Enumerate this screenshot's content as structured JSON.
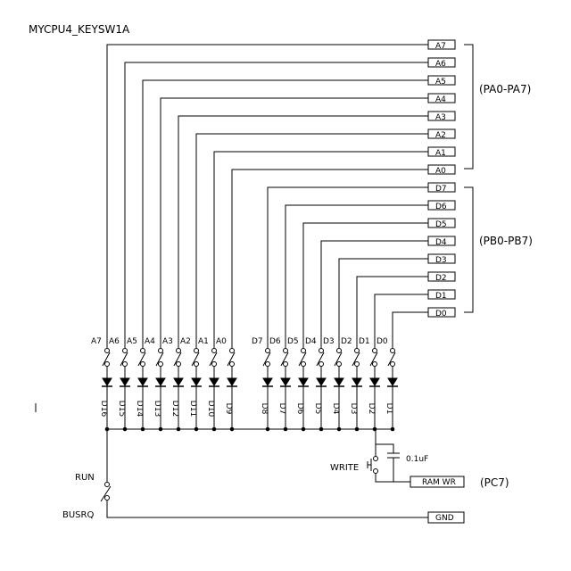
{
  "title": "MYCPU4_KEYSW1A",
  "address_ports": [
    "A7",
    "A6",
    "A5",
    "A4",
    "A3",
    "A2",
    "A1",
    "A0"
  ],
  "data_ports": [
    "D7",
    "D6",
    "D5",
    "D4",
    "D3",
    "D2",
    "D1",
    "D0"
  ],
  "group_labels": {
    "address": "(PA0-PA7)",
    "data": "(PB0-PB7)",
    "write": "(PC7)"
  },
  "switch_labels": [
    "A7",
    "A6",
    "A5",
    "A4",
    "A3",
    "A2",
    "A1",
    "A0",
    "D7",
    "D6",
    "D5",
    "D4",
    "D3",
    "D2",
    "D1",
    "D0"
  ],
  "diode_labels": [
    "D16",
    "D15",
    "D14",
    "D13",
    "D12",
    "D11",
    "D10",
    "D9",
    "D8",
    "D7",
    "D6",
    "D5",
    "D4",
    "D3",
    "D2",
    "D1"
  ],
  "controls": {
    "capacitor": "0.1uF",
    "write_switch": "WRITE",
    "run_label": "RUN",
    "busrq_label": "BUSRQ",
    "ram_wr_port": "RAM WR",
    "gnd_port": "GND"
  }
}
